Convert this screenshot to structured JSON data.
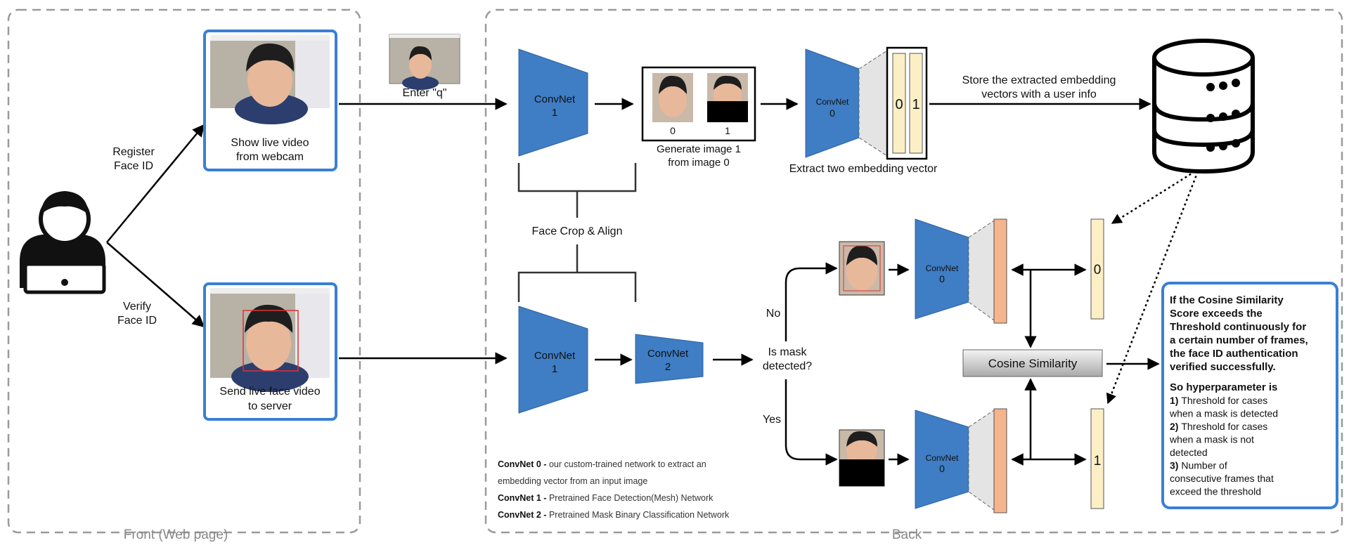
{
  "front": {
    "label": "Front (Web page)",
    "register_label": [
      "Register",
      "Face ID"
    ],
    "verify_label": [
      "Verify",
      "Face ID"
    ],
    "webcam_caption": [
      "Show live video",
      "from webcam"
    ],
    "send_caption": [
      "Send live face video",
      "to server"
    ]
  },
  "back": {
    "label": "Back",
    "enter_q": "Enter \"q\"",
    "convnet1_top": [
      "ConvNet",
      "1"
    ],
    "convnet1_bottom": [
      "ConvNet",
      "1"
    ],
    "convnet2": [
      "ConvNet",
      "2"
    ],
    "convnet0_register": [
      "ConvNet",
      "0"
    ],
    "convnet0_nomask": [
      "ConvNet",
      "0"
    ],
    "convnet0_mask": [
      "ConvNet",
      "0"
    ],
    "image_index_0": "0",
    "image_index_1": "1",
    "generate_caption": [
      "Generate image 1",
      "from image 0"
    ],
    "extract_caption": "Extract two embedding vector",
    "vector_0": "0",
    "vector_1": "1",
    "store_caption": [
      "Store the extracted embedding",
      "vectors with a user info"
    ],
    "face_crop_align": "Face Crop & Align",
    "is_mask": [
      "Is mask",
      "detected?"
    ],
    "no_label": "No",
    "yes_label": "Yes",
    "stored_vec_0": "0",
    "stored_vec_1": "1",
    "cosine": "Cosine Similarity",
    "result_lines_bold": [
      "If the Cosine Similarity",
      "Score exceeds the",
      "Threshold continuously for",
      "a certain number of frames,",
      "the face ID authentication",
      "verified successfully."
    ],
    "hyper_title": "So hyperparameter is",
    "hyper_items": [
      {
        "num": "1)",
        "lines": [
          "Threshold for cases",
          "when a mask is detected"
        ]
      },
      {
        "num": "2)",
        "lines": [
          "Threshold for cases",
          "when a mask is not",
          "detected"
        ]
      },
      {
        "num": "3)",
        "lines": [
          "Number of",
          "consecutive frames that",
          "exceed the threshold"
        ]
      }
    ],
    "legend": [
      {
        "name": "ConvNet 0 -",
        "desc": [
          "our custom-trained network to extract an",
          "embedding vector from an input image"
        ]
      },
      {
        "name": "ConvNet 1 -",
        "desc": [
          "Pretrained Face Detection(Mesh) Network"
        ]
      },
      {
        "name": "ConvNet 2 -",
        "desc": [
          "Pretrained Mask Binary Classification Network"
        ]
      }
    ]
  },
  "colors": {
    "accent_blue": "#3a7fd5",
    "convnet_blue": "#3f7dc4",
    "vector_yellow": "#fcefc6",
    "vector_orange": "#f6b48c"
  }
}
